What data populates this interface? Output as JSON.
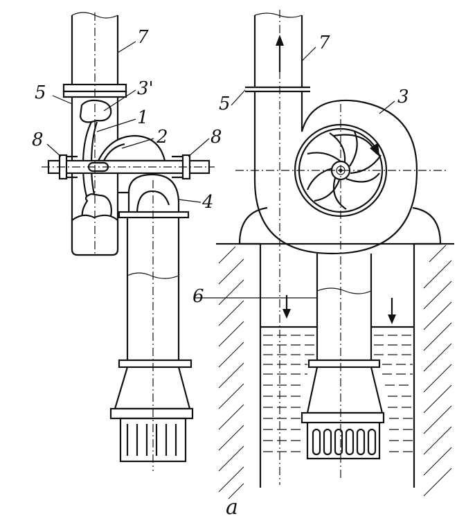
{
  "labels": {
    "l7a": "7",
    "l3a": "3'",
    "l5a": "5",
    "l1": "1",
    "l2": "2",
    "l8a": "8",
    "l8b": "8",
    "l4": "4",
    "l6": "6",
    "l7b": "7",
    "l5b": "5",
    "l3b": "3"
  },
  "caption": "a"
}
